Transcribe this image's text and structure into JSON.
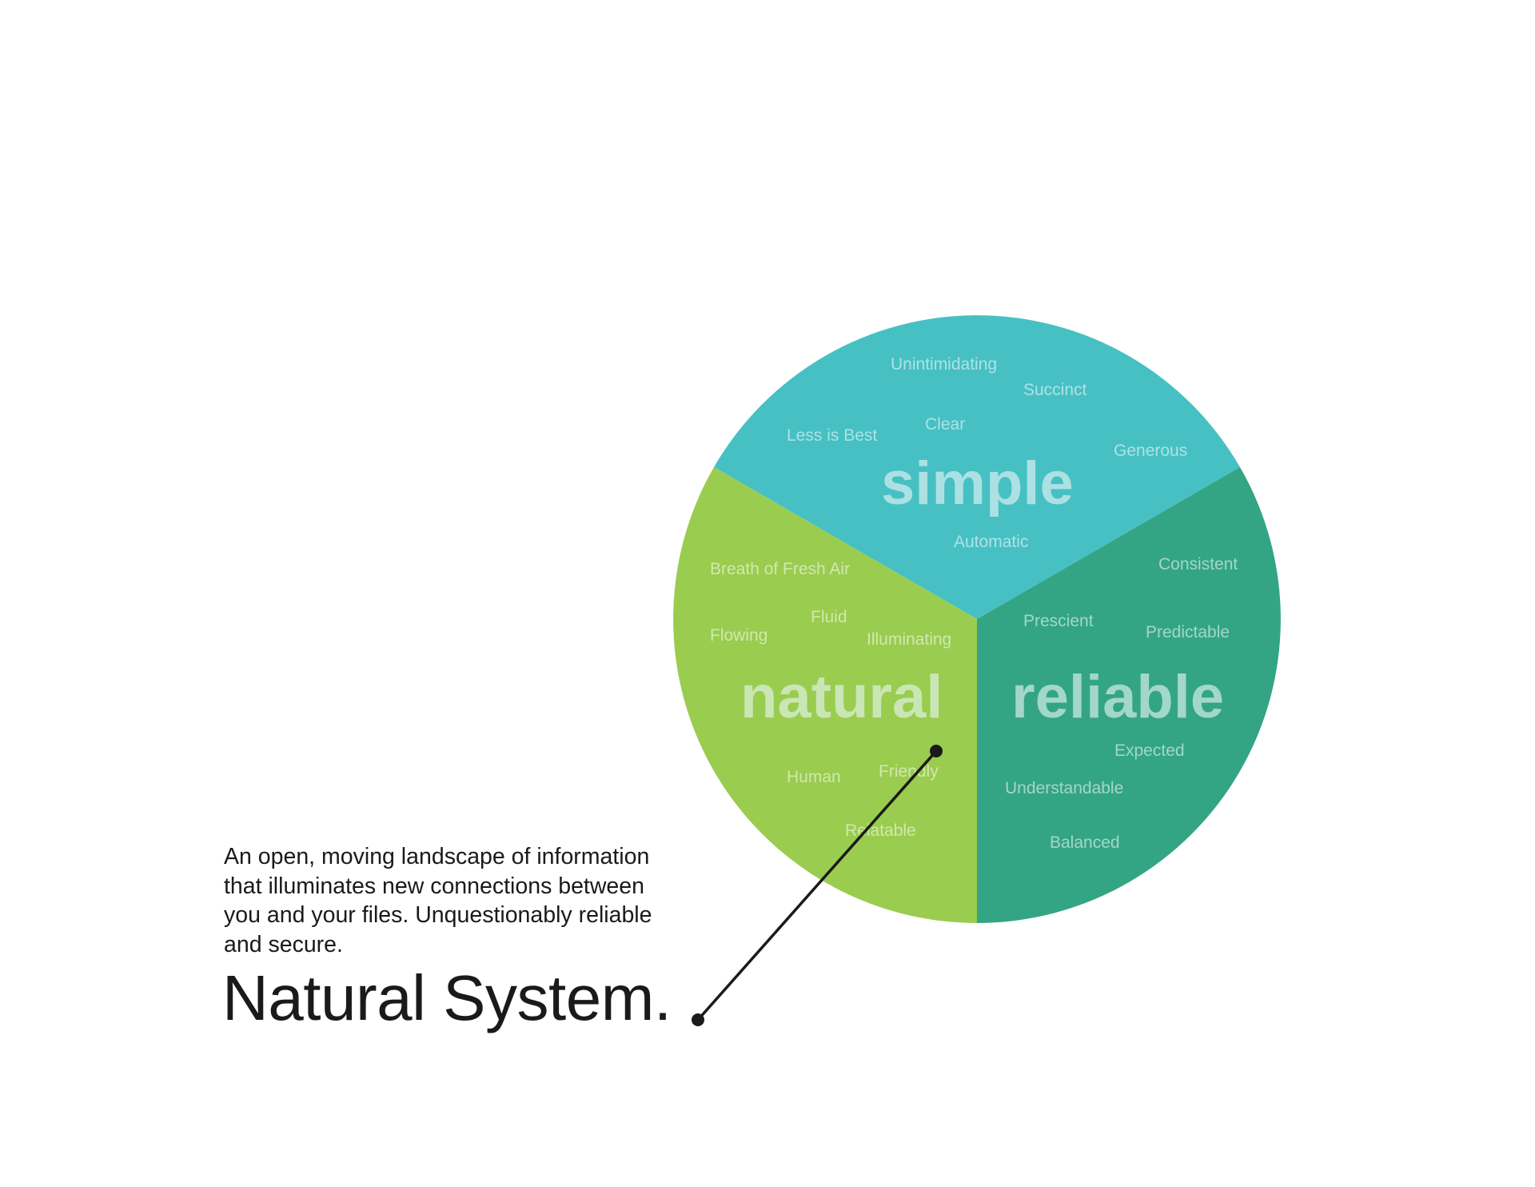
{
  "colors": {
    "simple": "#47c0c4",
    "natural": "#9acc4f",
    "reliable": "#33a584",
    "pointer": "#1a1a1a"
  },
  "segments": {
    "simple": {
      "label": "simple",
      "words": [
        "Unintimidating",
        "Succinct",
        "Clear",
        "Less is Best",
        "Generous",
        "Automatic"
      ]
    },
    "natural": {
      "label": "natural",
      "words": [
        "Breath of Fresh Air",
        "Fluid",
        "Flowing",
        "Illuminating",
        "Human",
        "Friendly",
        "Relatable"
      ]
    },
    "reliable": {
      "label": "reliable",
      "words": [
        "Consistent",
        "Prescient",
        "Predictable",
        "Expected",
        "Understandable",
        "Balanced"
      ]
    }
  },
  "description": [
    "An open, moving landscape of information",
    "that illuminates new connections between",
    "you and your files. Unquestionably reliable",
    "and secure."
  ],
  "title": "Natural System."
}
